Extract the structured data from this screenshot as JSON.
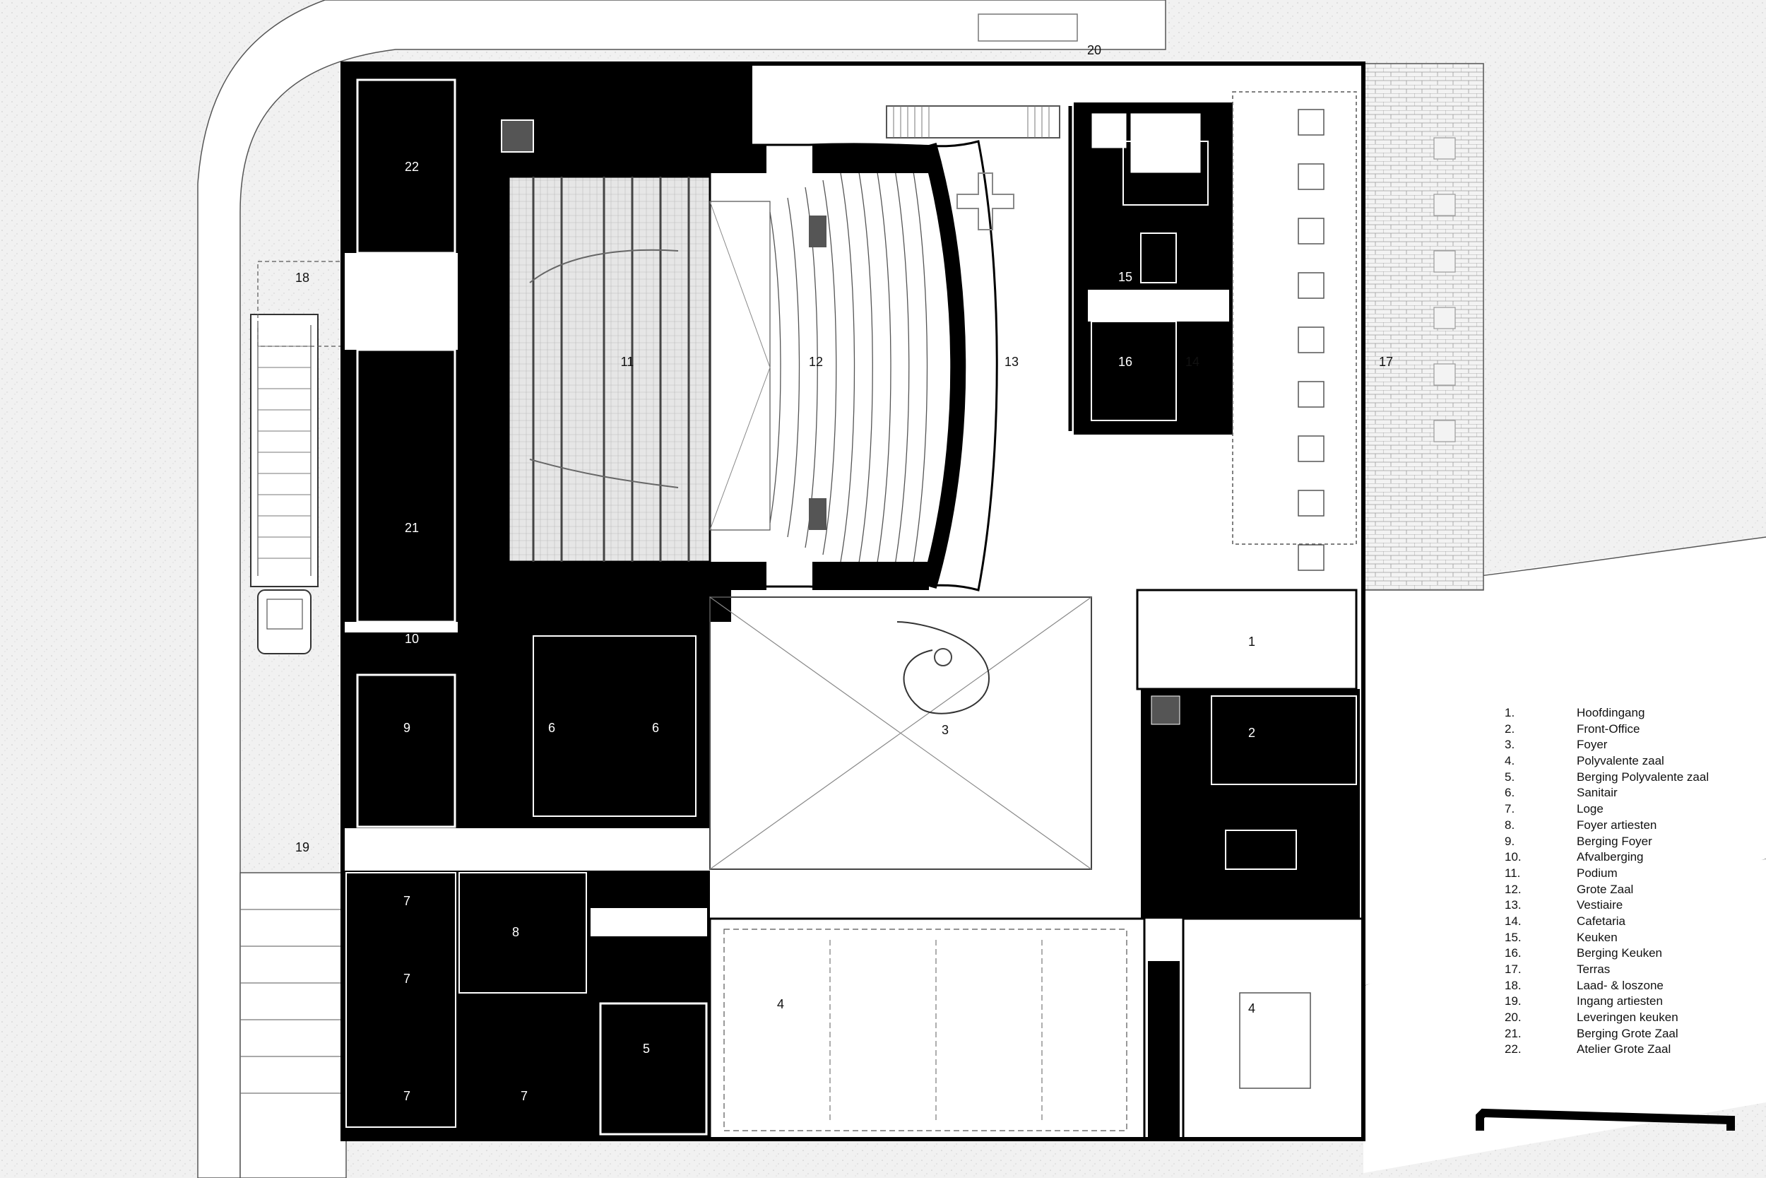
{
  "rooms": {
    "r1": "1",
    "r2": "2",
    "r3": "3",
    "r4a": "4",
    "r4b": "4",
    "r5": "5",
    "r6a": "6",
    "r6b": "6",
    "r7a": "7",
    "r7b": "7",
    "r7c": "7",
    "r7d": "7",
    "r8": "8",
    "r9": "9",
    "r10": "10",
    "r11": "11",
    "r12": "12",
    "r13": "13",
    "r14": "14",
    "r15": "15",
    "r16": "16",
    "r17": "17",
    "r18": "18",
    "r19": "19",
    "r20": "20",
    "r21": "21",
    "r22": "22"
  },
  "legend": [
    {
      "num": "1.",
      "label": "Hoofdingang"
    },
    {
      "num": "2.",
      "label": "Front-Office"
    },
    {
      "num": "3.",
      "label": "Foyer"
    },
    {
      "num": "4.",
      "label": "Polyvalente zaal"
    },
    {
      "num": "5.",
      "label": "Berging Polyvalente zaal"
    },
    {
      "num": "6.",
      "label": "Sanitair"
    },
    {
      "num": "7.",
      "label": "Loge"
    },
    {
      "num": "8.",
      "label": "Foyer artiesten"
    },
    {
      "num": "9.",
      "label": "Berging Foyer"
    },
    {
      "num": "10.",
      "label": "Afvalberging"
    },
    {
      "num": "11.",
      "label": "Podium"
    },
    {
      "num": "12.",
      "label": "Grote Zaal"
    },
    {
      "num": "13.",
      "label": "Vestiaire"
    },
    {
      "num": "14.",
      "label": "Cafetaria"
    },
    {
      "num": "15.",
      "label": "Keuken"
    },
    {
      "num": "16.",
      "label": "Berging Keuken"
    },
    {
      "num": "17.",
      "label": "Terras"
    },
    {
      "num": "18.",
      "label": "Laad- & loszone"
    },
    {
      "num": "19.",
      "label": "Ingang artiesten"
    },
    {
      "num": "20.",
      "label": "Leveringen keuken"
    },
    {
      "num": "21.",
      "label": "Berging Grote Zaal"
    },
    {
      "num": "22.",
      "label": "Atelier Grote Zaal"
    }
  ],
  "colors": {
    "wall": "#000000",
    "ground": "#ececec",
    "paper": "#ffffff",
    "line": "#555555"
  }
}
